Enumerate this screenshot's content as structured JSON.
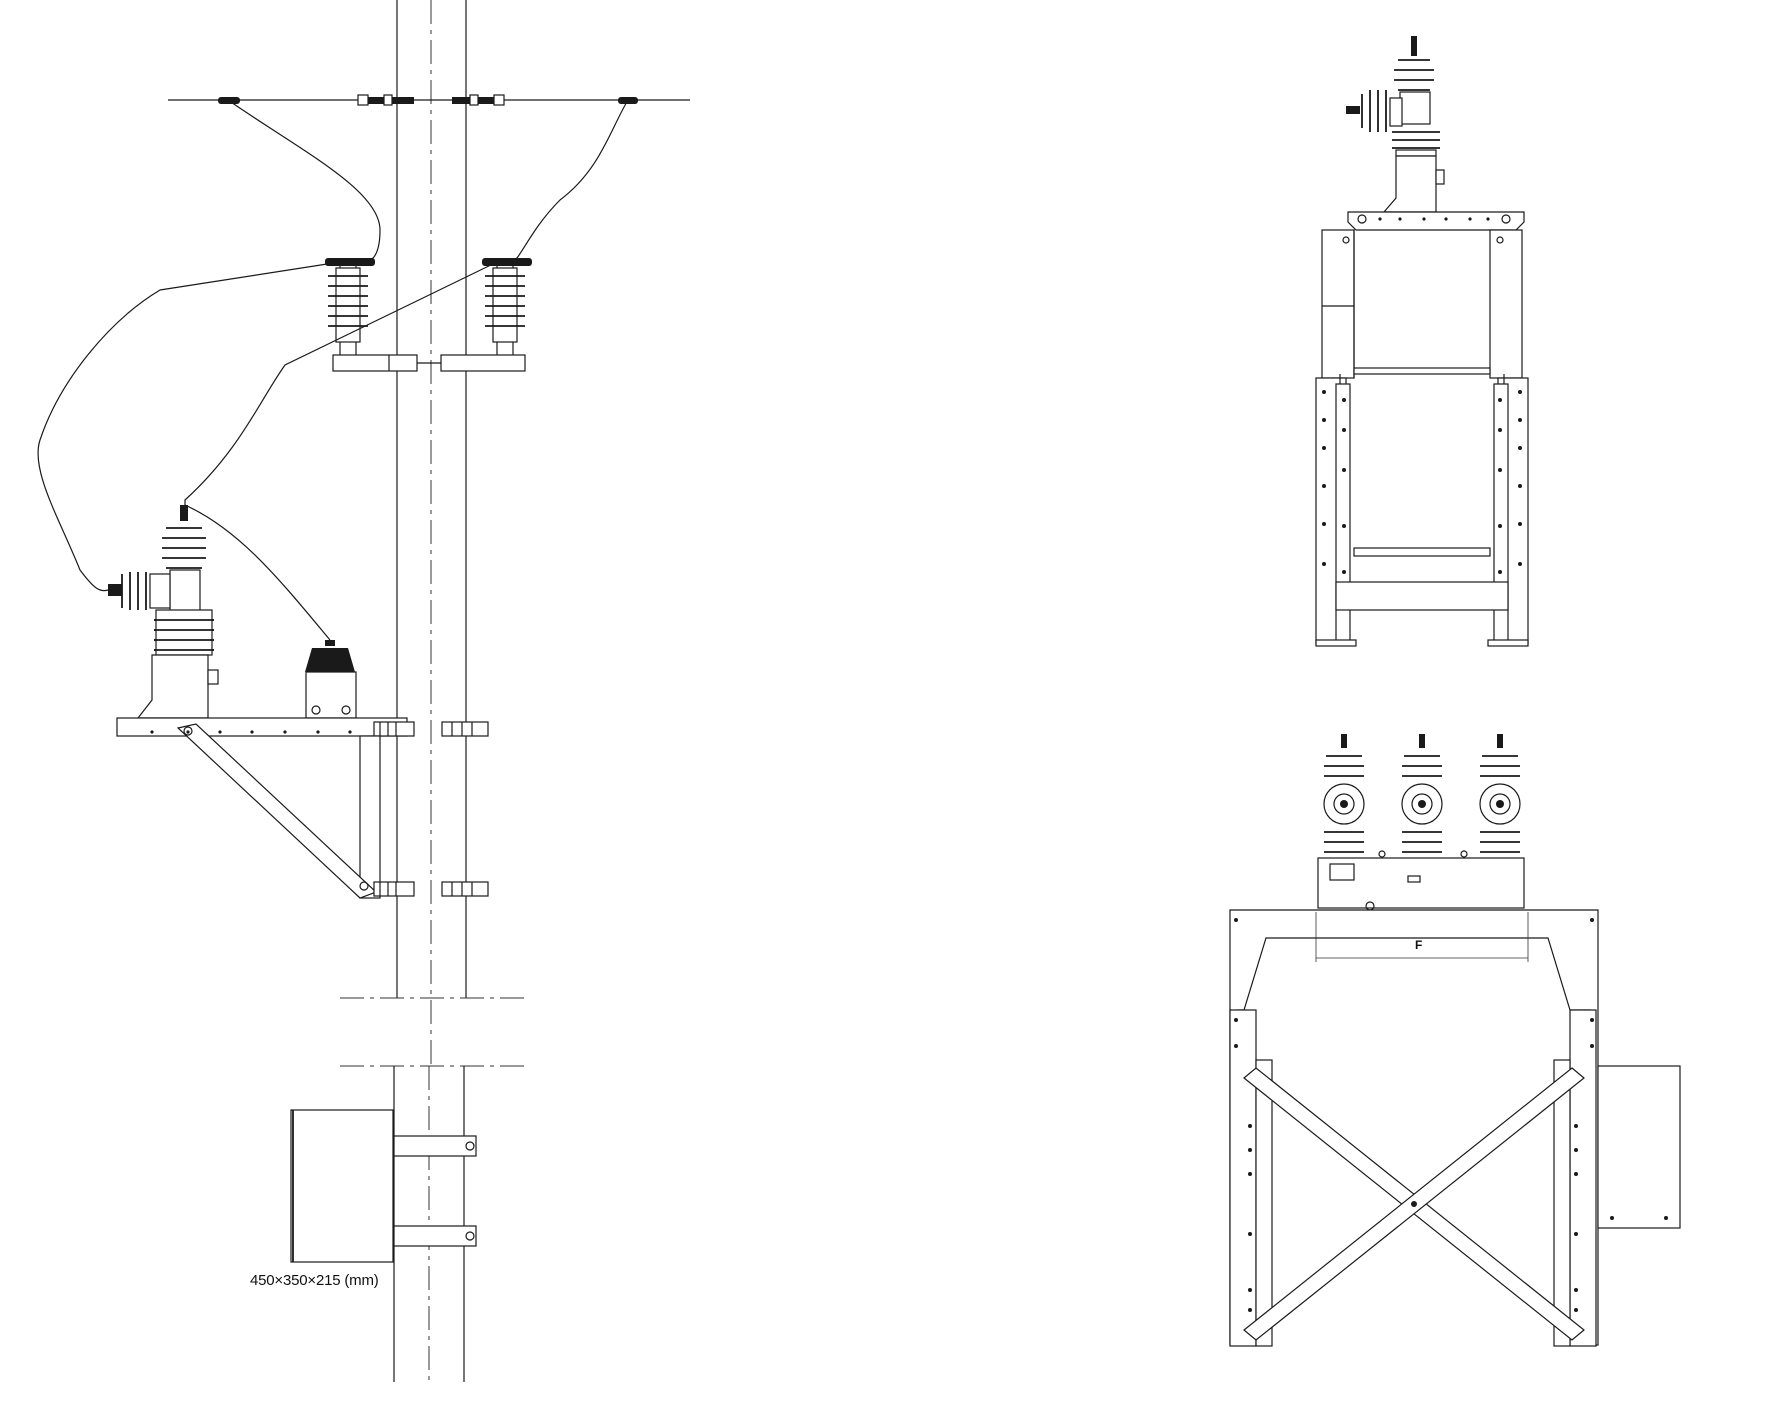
{
  "labels": {
    "control_box_dimensions": "450×350×215 (mm)",
    "frame_dimension": "F"
  },
  "views": {
    "pole_mount": "pole-mount-side-view",
    "frame_side": "frame-side-view",
    "frame_front": "frame-front-view"
  }
}
